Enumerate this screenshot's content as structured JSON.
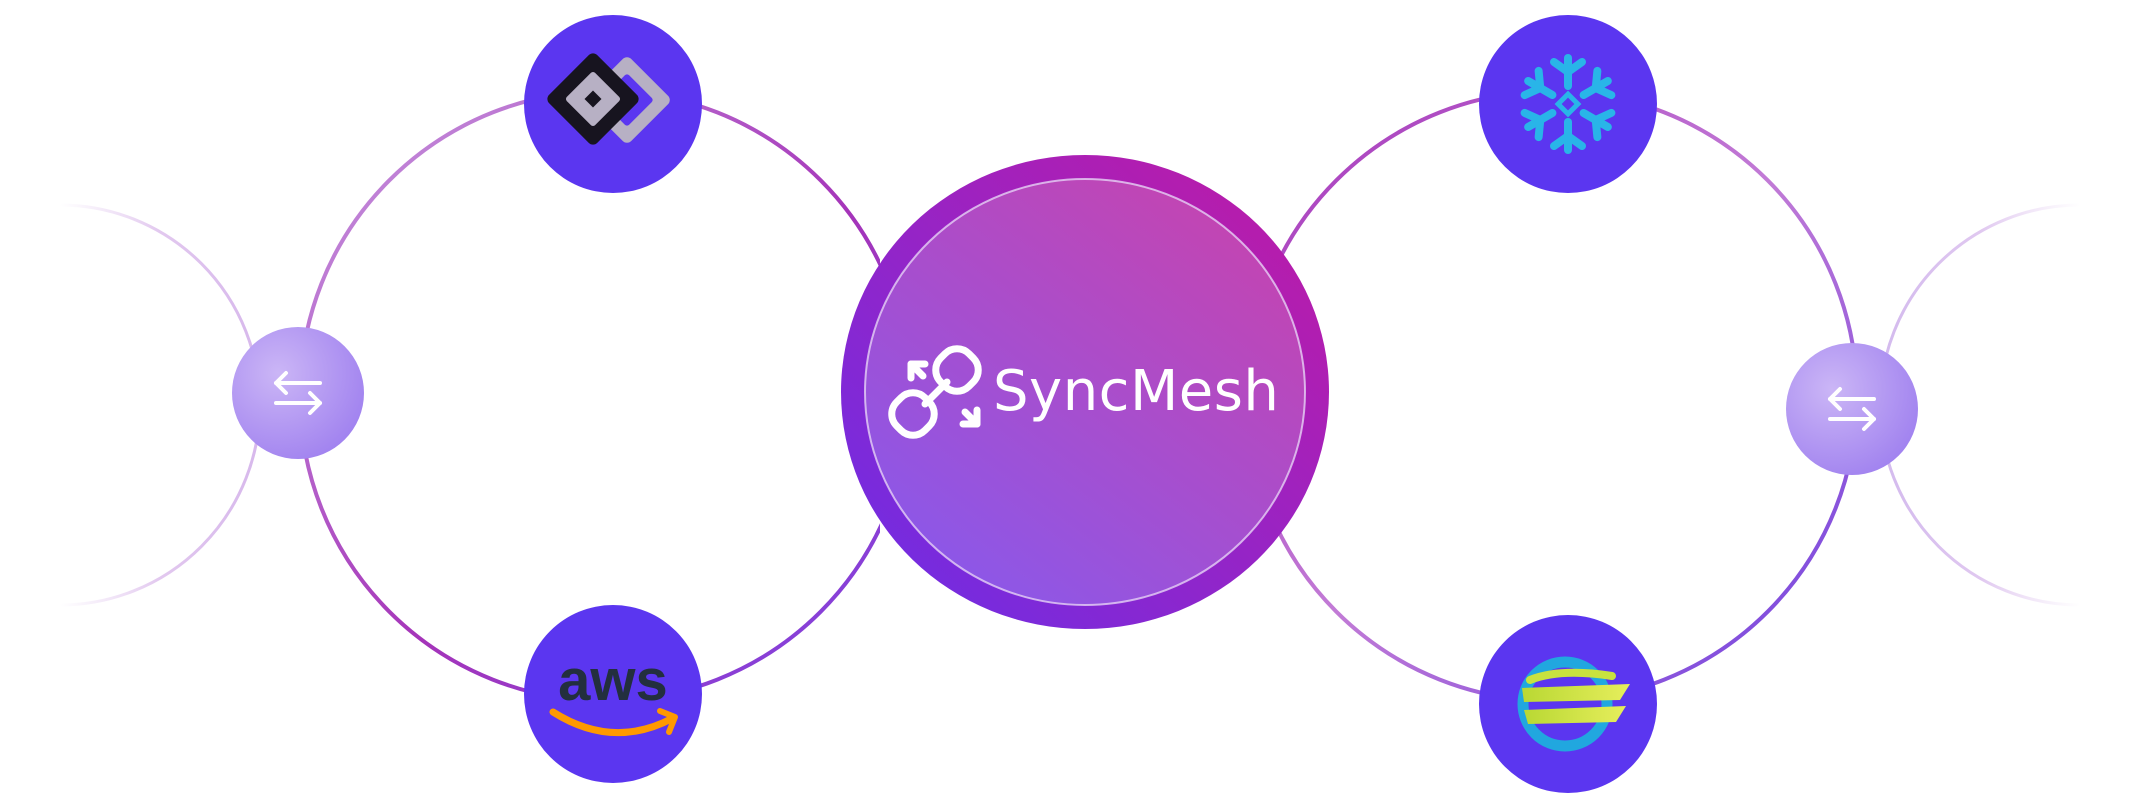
{
  "hub": {
    "brand_name": "SyncMesh",
    "icon": "sync-link-icon"
  },
  "integrations": [
    {
      "id": "dbt",
      "icon": "diamond-layers-logo-icon"
    },
    {
      "id": "snowflake",
      "icon": "snowflake-logo-icon"
    },
    {
      "id": "aws",
      "icon": "aws-logo-icon",
      "wordmark": "aws"
    },
    {
      "id": "e-logo",
      "icon": "striped-e-logo-icon"
    }
  ],
  "connectors": [
    {
      "id": "left",
      "icon": "swap-arrows-icon"
    },
    {
      "id": "right",
      "icon": "swap-arrows-icon"
    }
  ],
  "colors": {
    "node_fill": "#5b36f0",
    "hub_gradient_start": "#7b4ff0",
    "hub_gradient_end": "#c03fb2",
    "hub_ring": "#8a2fd1",
    "line_magenta": "#a534b9",
    "line_violet": "#7a45e6",
    "snowflake_blue": "#29b5e8",
    "aws_orange": "#ff9900"
  }
}
